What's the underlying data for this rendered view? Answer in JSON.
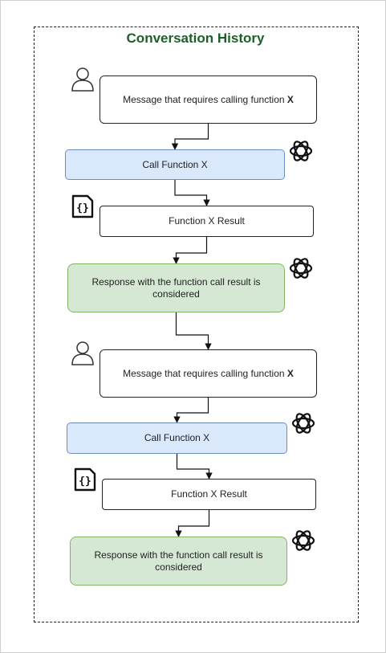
{
  "diagram": {
    "title": "Conversation History",
    "steps": [
      {
        "kind": "message",
        "text": "Message that requires calling function ",
        "emphasis": "X",
        "icon": "user-icon"
      },
      {
        "kind": "call",
        "text": "Call Function X",
        "icon": "openai-logo-icon"
      },
      {
        "kind": "result",
        "text": "Function X Result",
        "icon": "function-braces-icon"
      },
      {
        "kind": "response",
        "text": "Response with the function call result is considered",
        "icon": "openai-logo-icon"
      },
      {
        "kind": "message",
        "text": "Message that requires calling function ",
        "emphasis": "X",
        "icon": "user-icon"
      },
      {
        "kind": "call",
        "text": "Call Function X",
        "icon": "openai-logo-icon"
      },
      {
        "kind": "result",
        "text": "Function X Result",
        "icon": "function-braces-icon"
      },
      {
        "kind": "response",
        "text": "Response with the function call result is considered",
        "icon": "openai-logo-icon"
      }
    ],
    "colors": {
      "title": "#1f5e2a",
      "call_fill": "#dae8fc",
      "call_stroke": "#6c8ebf",
      "response_fill": "#d5e8d4",
      "response_stroke": "#82b366"
    }
  }
}
